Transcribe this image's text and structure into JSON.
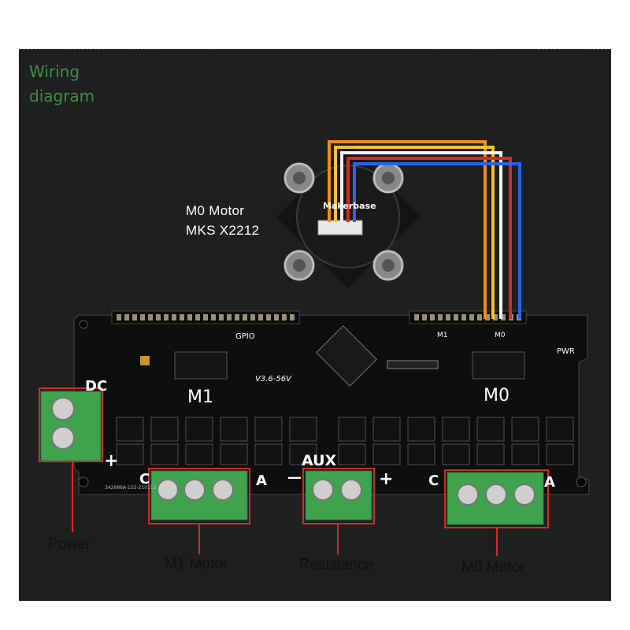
{
  "diagram_title": {
    "line1": "Wiring",
    "line2": "diagram"
  },
  "motor": {
    "line1": "M0 Motor",
    "line2": "MKS X2212",
    "brand": "Makerbase"
  },
  "board": {
    "power_label": "DC",
    "m1_label": "M1",
    "m0_label": "M0",
    "aux_label": "AUX",
    "gpio_label": "GPIO",
    "version_label": "V3.6-56V",
    "pwr_label": "PWR",
    "serial": "342686A-153-210113",
    "m1_header": "M1",
    "m0_header": "M0",
    "terminal_c": "C",
    "terminal_a": "A",
    "plus": "+",
    "minus": "—"
  },
  "callouts": {
    "power": "Power",
    "m1_motor": "M1 Motor",
    "resistance": "Resistance",
    "m0_motor": "M0 Motor"
  },
  "colors": {
    "background": "#1e1f1f",
    "title": "#3f8f45",
    "callout_line": "#d42a2a",
    "terminal_green": "#3fa34d",
    "wire_orange": "#f08c1a",
    "wire_yellow": "#f2c230",
    "wire_white": "#f2f2f2",
    "wire_red": "#e02424",
    "wire_blue": "#2a63e8"
  }
}
